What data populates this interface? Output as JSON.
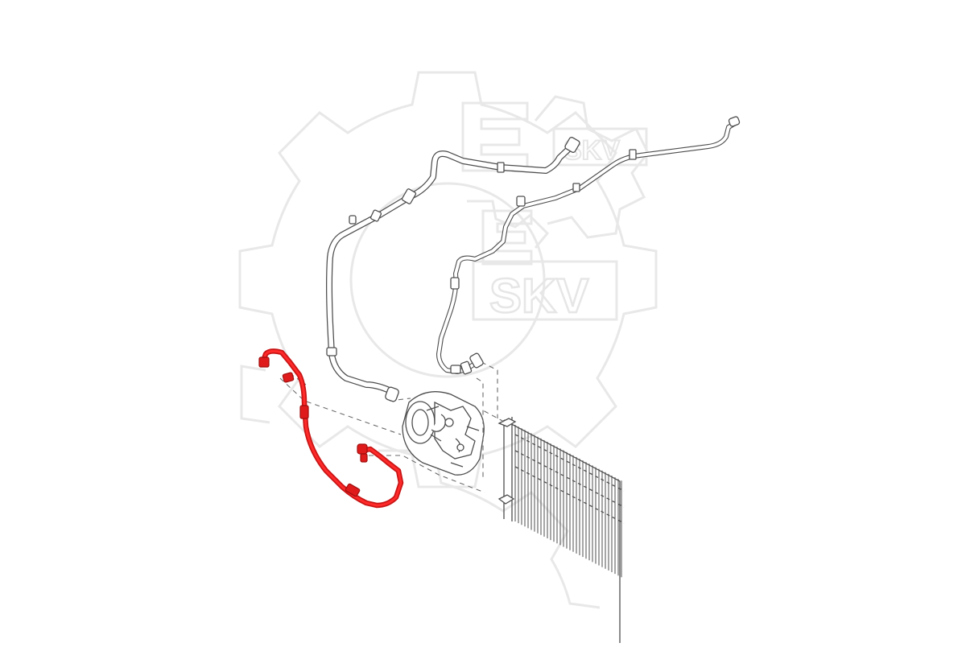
{
  "diagram": {
    "watermark_text": "SKV",
    "colors": {
      "background": "#ffffff",
      "watermark": "#e6e6e6",
      "line_art": "#4d4d4d",
      "highlight_hose": "#e01b1b"
    },
    "components": [
      {
        "name": "highlighted-refrigerant-hose",
        "highlighted": true
      },
      {
        "name": "upper-refrigerant-pipe",
        "highlighted": false
      },
      {
        "name": "lower-refrigerant-pipe",
        "highlighted": false
      },
      {
        "name": "ac-compressor",
        "highlighted": false
      },
      {
        "name": "condenser",
        "highlighted": false
      }
    ]
  }
}
